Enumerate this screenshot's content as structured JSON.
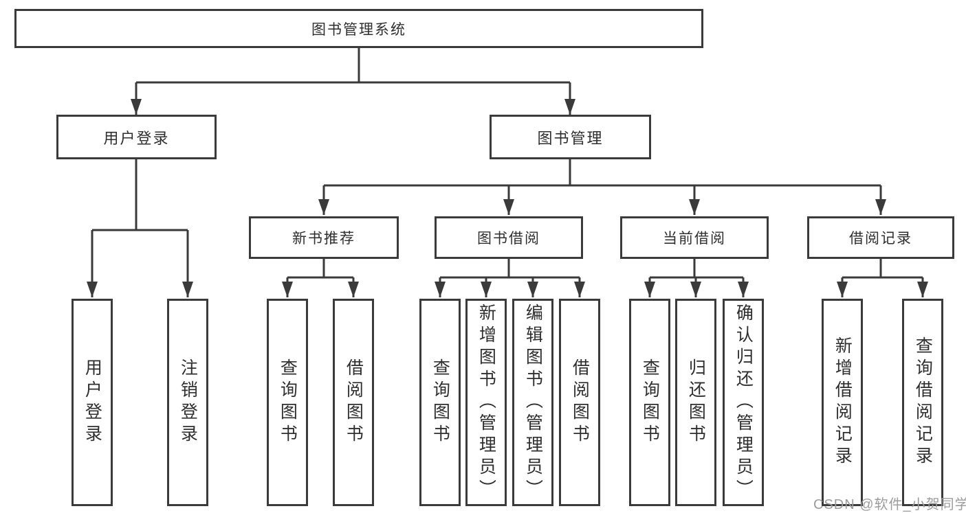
{
  "colors": {
    "line": "#3a3a3a",
    "box_border": "#3a3a3a",
    "text": "#2e2e2e",
    "watermark": "#9c9c9c"
  },
  "watermark": {
    "text": "CSDN @软件_小贺同学"
  },
  "tree": {
    "label": "图书管理系统",
    "children": [
      {
        "label": "用户登录",
        "children": [
          {
            "label": "用户登录"
          },
          {
            "label": "注销登录"
          }
        ]
      },
      {
        "label": "图书管理",
        "children": [
          {
            "label": "新书推荐",
            "children": [
              {
                "label": "查询图书"
              },
              {
                "label": "借阅图书"
              }
            ]
          },
          {
            "label": "图书借阅",
            "children": [
              {
                "label": "查询图书"
              },
              {
                "label": "新增图书（管理员）"
              },
              {
                "label": "编辑图书（管理员）"
              },
              {
                "label": "借阅图书"
              }
            ]
          },
          {
            "label": "当前借阅",
            "children": [
              {
                "label": "查询图书"
              },
              {
                "label": "归还图书"
              },
              {
                "label": "确认归还（管理员）"
              }
            ]
          },
          {
            "label": "借阅记录",
            "children": [
              {
                "label": "新增借阅记录"
              },
              {
                "label": "查询借阅记录"
              }
            ]
          }
        ]
      }
    ]
  }
}
